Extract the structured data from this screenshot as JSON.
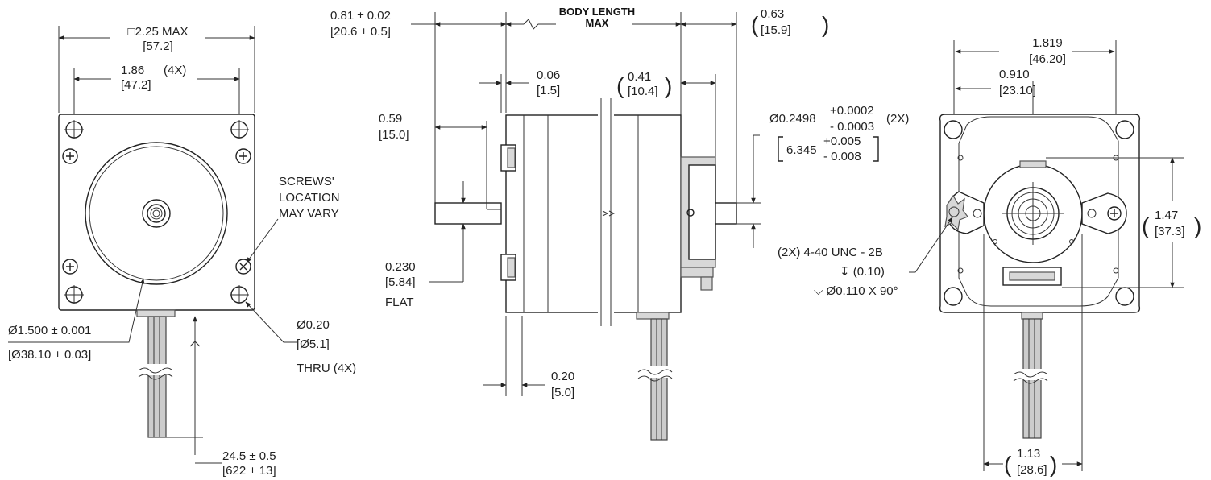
{
  "front_view": {
    "body_size": "□2.25 MAX",
    "body_size_mm": "[57.2]",
    "hole_spacing": "1.86",
    "hole_count": "(4X)",
    "hole_spacing_mm": "[47.2]",
    "screws_note_1": "SCREWS'",
    "screws_note_2": "LOCATION",
    "screws_note_3": "MAY VARY",
    "pilot_dia": "Ø1.500 ± 0.001",
    "pilot_dia_mm": "[Ø38.10 ± 0.03]",
    "hole_dia": "Ø0.20",
    "hole_dia_mm": "[Ø5.1]",
    "hole_thru": "THRU (4X)",
    "lead_length": "24.5 ± 0.5",
    "lead_length_mm": "[622 ± 13]"
  },
  "side_view": {
    "shaft_length": "0.81 ± 0.02",
    "shaft_length_mm": "[20.6 ± 0.5]",
    "body_length_1": "BODY LENGTH",
    "body_length_2": "MAX",
    "rear_ext": "0.63",
    "rear_ext_mm": "[15.9]",
    "boss_height": "0.06",
    "boss_height_mm": "[1.5]",
    "encoder_len": "0.41",
    "encoder_len_mm": "[10.4]",
    "flat_length": "0.59",
    "flat_length_mm": "[15.0]",
    "flat_depth": "0.230",
    "flat_depth_mm": "[5.84]",
    "flat_label": "FLAT",
    "flange": "0.20",
    "flange_mm": "[5.0]",
    "rear_shaft_dia": "Ø0.2498",
    "rear_shaft_tol_plus": "+0.0002",
    "rear_shaft_tol_minus": "- 0.0003",
    "rear_shaft_count": "(2X)",
    "rear_shaft_mm": "6.345",
    "rear_shaft_mm_plus": "+0.005",
    "rear_shaft_mm_minus": "- 0.008"
  },
  "rear_view": {
    "width": "1.819",
    "width_mm": "[46.20]",
    "half": "0.910",
    "half_mm": "[23.10]",
    "height": "1.47",
    "height_mm": "[37.3]",
    "bottom": "1.13",
    "bottom_mm": "[28.6]",
    "thread": "(2X) 4-40 UNC - 2B",
    "depth": "↧ (0.10)",
    "csk": "⌵ Ø0.110 X 90°"
  }
}
